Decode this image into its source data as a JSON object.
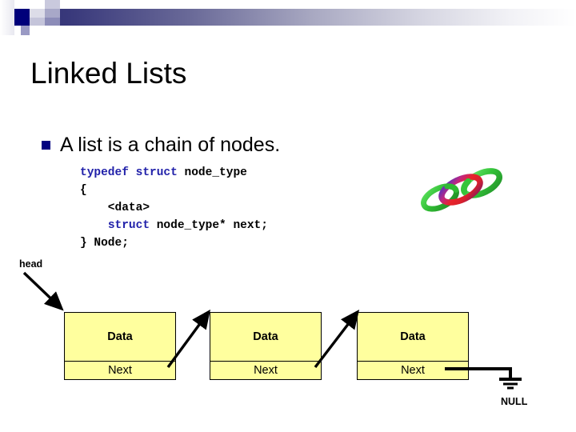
{
  "slide": {
    "title": "Linked Lists",
    "bullet": {
      "marker": "square-bullet",
      "text": "A list is a chain of nodes."
    },
    "code": {
      "lines": [
        {
          "segments": [
            {
              "text": "typedef struct ",
              "style": "keyword"
            },
            {
              "text": "node_type",
              "style": "plain"
            }
          ]
        },
        {
          "segments": [
            {
              "text": "{",
              "style": "plain"
            }
          ]
        },
        {
          "segments": [
            {
              "text": "    <data>",
              "style": "plain"
            }
          ]
        },
        {
          "segments": [
            {
              "text": "    ",
              "style": "plain"
            },
            {
              "text": "struct ",
              "style": "keyword"
            },
            {
              "text": "node_type* next;",
              "style": "plain"
            }
          ]
        },
        {
          "segments": [
            {
              "text": "} Node;",
              "style": "plain"
            }
          ]
        }
      ]
    },
    "head_pointer": {
      "label": "head"
    },
    "nodes": [
      {
        "data_label": "Data",
        "next_label": "Next"
      },
      {
        "data_label": "Data",
        "next_label": "Next"
      },
      {
        "data_label": "Data",
        "next_label": "Next"
      }
    ],
    "terminator": {
      "label": "NULL",
      "symbol": "ground-symbol"
    },
    "clipart": {
      "name": "chain-links-clipart",
      "description": "three interlocking chain links"
    },
    "colors": {
      "banner_dark": "#2f2f73",
      "bullet_navy": "#000080",
      "code_keyword": "#2222aa",
      "node_fill": "#ffff9e",
      "node_border": "#000000",
      "chain_green": "#3fc93f",
      "chain_red": "#e01f2f"
    }
  }
}
